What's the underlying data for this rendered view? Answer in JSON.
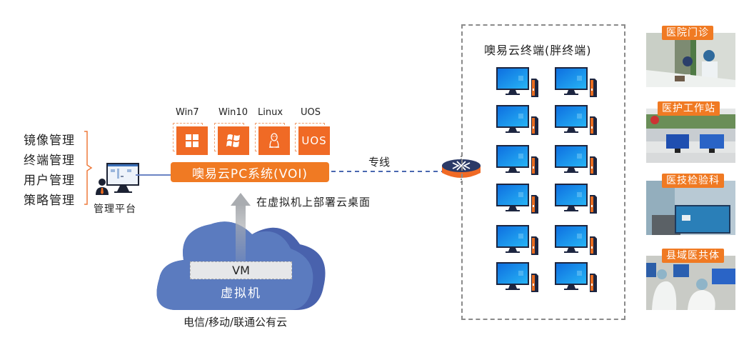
{
  "management": {
    "items": [
      {
        "label": "镜像管理"
      },
      {
        "label": "终端管理"
      },
      {
        "label": "用户管理"
      },
      {
        "label": "策略管理"
      }
    ],
    "platform_label": "管理平台"
  },
  "os_options": [
    {
      "label": "Win7",
      "icon": "windows-flat-icon"
    },
    {
      "label": "Win10",
      "icon": "windows-wave-icon"
    },
    {
      "label": "Linux",
      "icon": "tux-penguin-icon"
    },
    {
      "label": "UOS",
      "icon": "uos-text-icon",
      "tile_text": "UOS"
    }
  ],
  "voi_system": {
    "label": "噢易云PC系统(VOI)"
  },
  "connection": {
    "label": "专线"
  },
  "deploy": {
    "label": "在虚拟机上部署云桌面"
  },
  "cloud": {
    "vm_label": "VM",
    "vm_cn_label": "虚拟机",
    "provider_label": "电信/移动/联通公有云"
  },
  "terminals": {
    "title": "噢易云终端(胖终端)",
    "count": 12
  },
  "scenes": [
    {
      "label": "医院门诊"
    },
    {
      "label": "医护工作站"
    },
    {
      "label": "医技检验科"
    },
    {
      "label": "县域医共体"
    }
  ],
  "colors": {
    "accent_orange": "#f07a23",
    "tile_orange": "#f06a25",
    "cloud_blue": "#5b7bbf",
    "cloud_shadow": "#4962ad",
    "link_blue": "#4a68b0",
    "router_top": "#2b3a67",
    "monitor_screen": "#1a8ff0"
  }
}
